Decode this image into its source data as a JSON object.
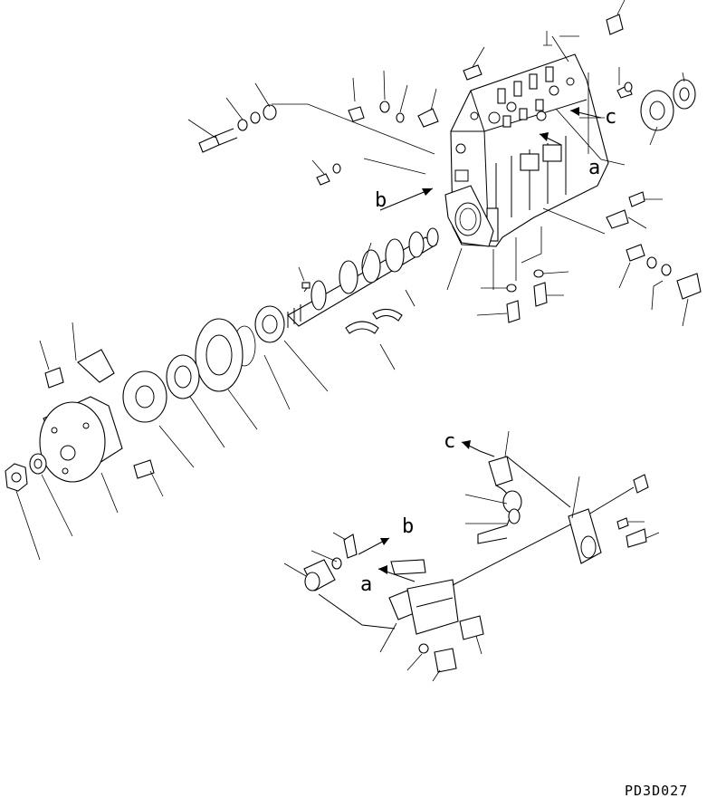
{
  "figure": {
    "code": "PD3D027"
  },
  "direction_markers": {
    "a": "a",
    "b": "b",
    "c": "c"
  }
}
